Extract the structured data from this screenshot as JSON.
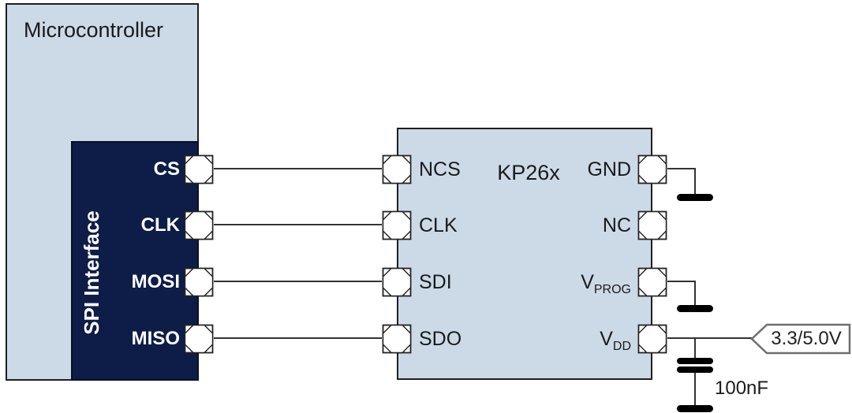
{
  "microcontroller": {
    "title": "Microcontroller",
    "spi": {
      "label": "SPI Interface",
      "pins": [
        "CS",
        "CLK",
        "MOSI",
        "MISO"
      ]
    }
  },
  "chip": {
    "name": "KP26x",
    "left_pins": [
      "NCS",
      "CLK",
      "SDI",
      "SDO"
    ],
    "right_pins": {
      "gnd": "GND",
      "nc": "NC",
      "vprog_base": "V",
      "vprog_sub": "PROG",
      "vdd_base": "V",
      "vdd_sub": "DD"
    }
  },
  "power": {
    "supply_flag": "3.3/5.0V",
    "capacitor_label": "100nF"
  },
  "colors": {
    "block_fill": "#ccdae8",
    "spi_fill": "#0d1d47",
    "border": "#1f1f1f",
    "wire": "#333333",
    "symbol_black": "#000000",
    "flag_border": "#6e6e6e"
  }
}
